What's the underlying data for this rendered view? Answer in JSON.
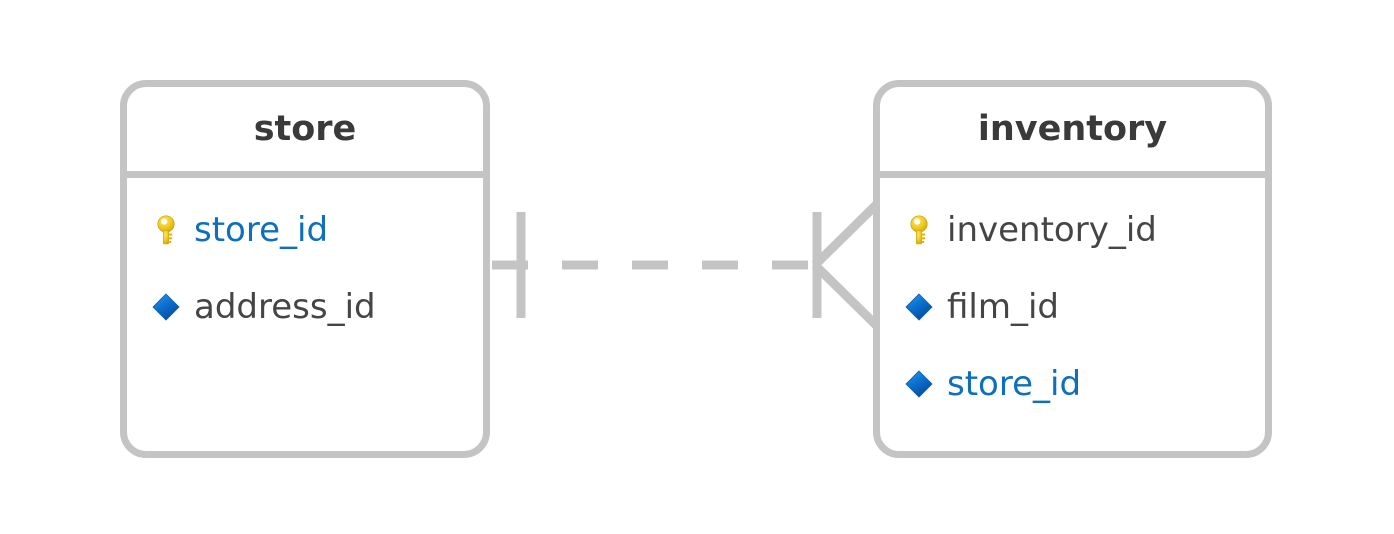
{
  "diagram": {
    "type": "entity-relationship-diagram",
    "background_color": "#ffffff",
    "border_color": "#c4c4c4",
    "text_color": "#454545",
    "title_color": "#3a3a3a",
    "link_color": "#0e6fbc",
    "key_icon_color": "#e8c010",
    "fk_icon_color": "#0a5fc0"
  },
  "entities": [
    {
      "name": "store",
      "title": "store",
      "fields": [
        {
          "label": "store_id",
          "icon": "primary-key-icon",
          "highlighted": true
        },
        {
          "label": "address_id",
          "icon": "foreign-key-diamond-icon",
          "highlighted": false
        }
      ]
    },
    {
      "name": "inventory",
      "title": "inventory",
      "fields": [
        {
          "label": "inventory_id",
          "icon": "primary-key-icon",
          "highlighted": false
        },
        {
          "label": "film_id",
          "icon": "foreign-key-diamond-icon",
          "highlighted": false
        },
        {
          "label": "store_id",
          "icon": "foreign-key-diamond-icon",
          "highlighted": true
        }
      ]
    }
  ],
  "relationship": {
    "name": "store-to-inventory",
    "from_entity": "store",
    "to_entity": "inventory",
    "from_cardinality": "one",
    "to_cardinality": "many",
    "line_style": "dashed",
    "notation": "crows-foot",
    "color": "#c4c4c4"
  }
}
